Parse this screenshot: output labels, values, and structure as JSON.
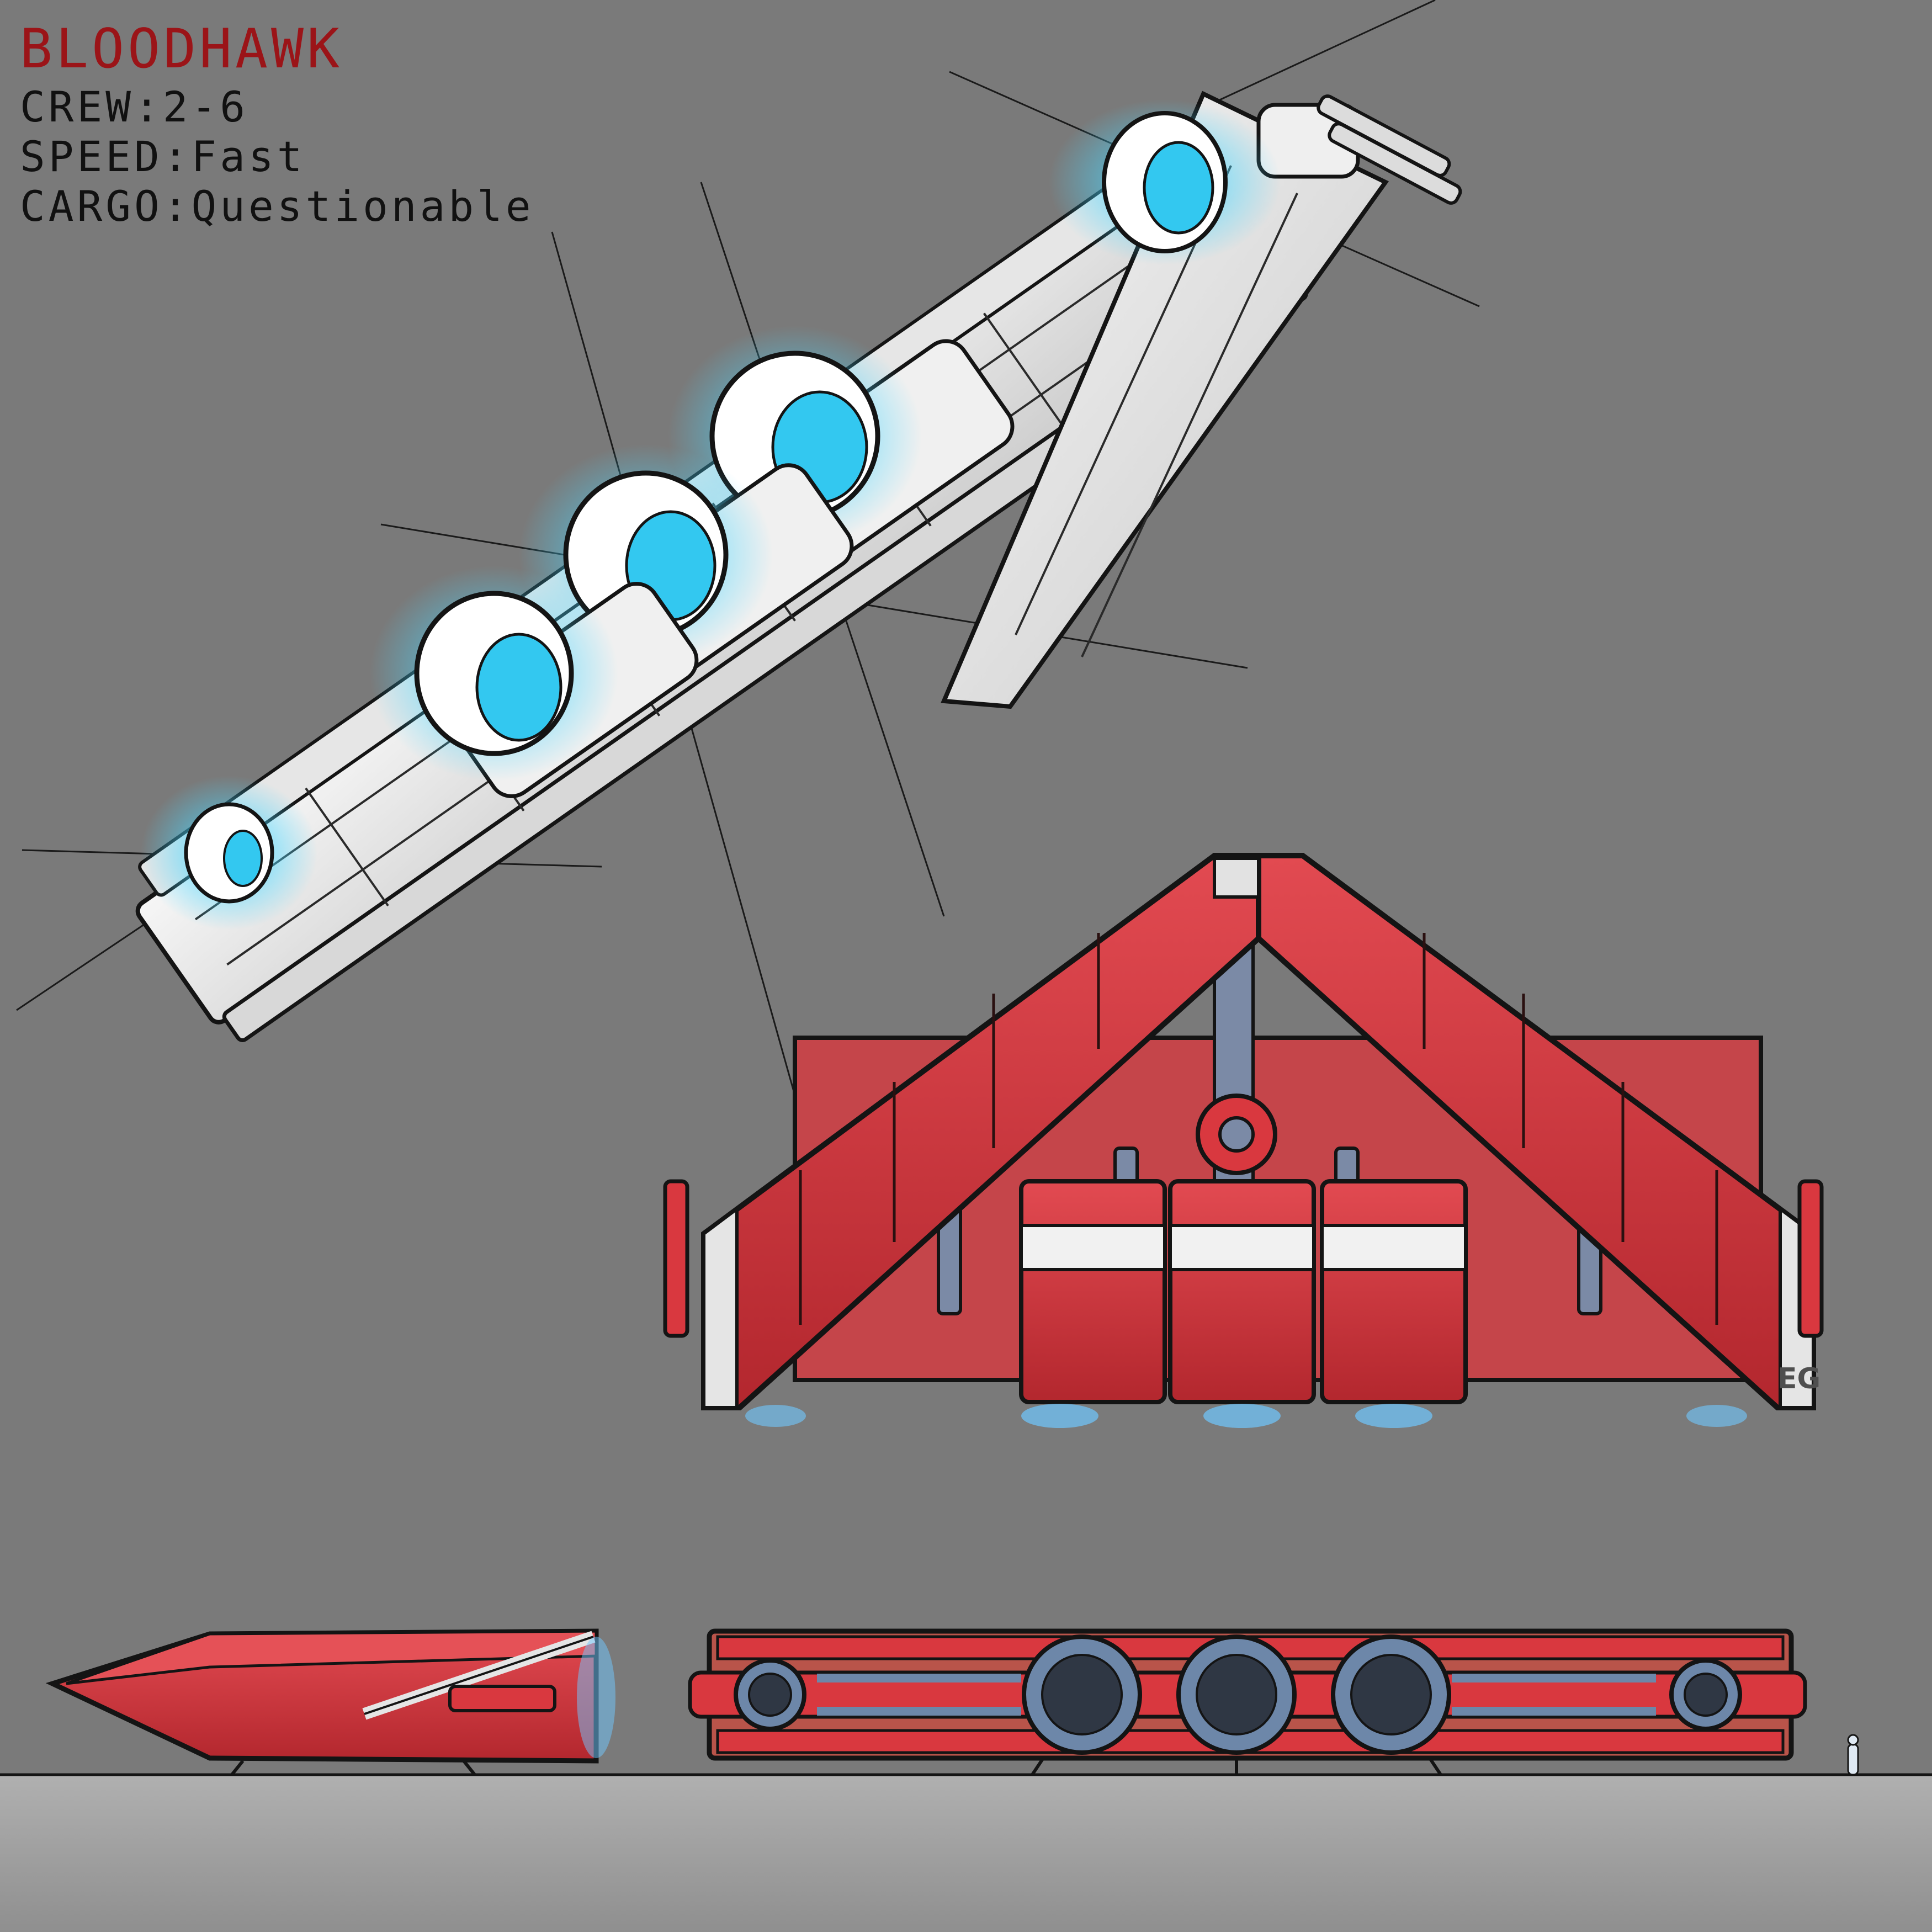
{
  "sheet": {
    "title": "BLOODHAWK",
    "crew_line": "CREW:2-6",
    "speed_line": "SPEED:Fast",
    "cargo_line": "CARGO:Questionable",
    "signature": "EG"
  },
  "views": [
    {
      "id": "perspective-underside-view",
      "icon": "engine-pods-perspective"
    },
    {
      "id": "rear-view",
      "icon": "delta-wing-rear"
    },
    {
      "id": "side-view",
      "icon": "wedge-side-profile"
    },
    {
      "id": "top-view",
      "icon": "engine-ring-top"
    }
  ],
  "colors": {
    "background": "#7a7a7a",
    "ground": "#a8a8a8",
    "hull_red": "#d9383f",
    "hull_red_dark": "#b3272e",
    "hull_white": "#eeeeee",
    "engine_glow": "#4ad7ff",
    "engine_blue": "#6d87a9",
    "ink": "#141414",
    "title_red": "#9b1418"
  }
}
